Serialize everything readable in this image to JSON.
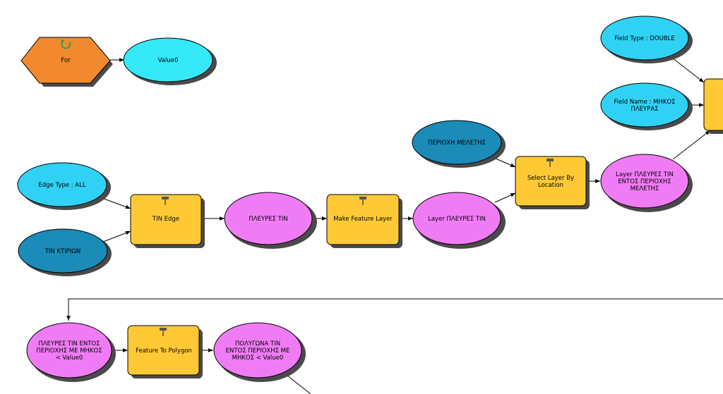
{
  "colors": {
    "tool_fill": "#FFC935",
    "tool_stroke": "#000000",
    "derived_fill": "#F07CF5",
    "input_fill": "#2FD2F4",
    "param_fill": "#35E8F8",
    "dataset_fill": "#1B8BB8",
    "iterator_fill": "#F2892E",
    "shadow": "#4a4a4a",
    "connector": "#000000",
    "refresh_icon": "#22A64A"
  },
  "nodes": {
    "for": {
      "kind": "iterator",
      "lines": [
        "For"
      ],
      "icon": "refresh-icon"
    },
    "value0": {
      "kind": "param",
      "lines": [
        "Value0"
      ]
    },
    "edge_type": {
      "kind": "input",
      "lines": [
        "Edge Type : ALL"
      ]
    },
    "tin_ktirion": {
      "kind": "dataset",
      "lines": [
        "TIN ΚΤΙΡΙΩΝ"
      ]
    },
    "tin_edge": {
      "kind": "tool",
      "lines": [
        "TIN Edge"
      ],
      "icon": "hammer-icon"
    },
    "plevres_tin": {
      "kind": "derived",
      "lines": [
        "ΠΛΕΥΡΕΣ TIN"
      ]
    },
    "make_feature_layer": {
      "kind": "tool",
      "lines": [
        "Make Feature Layer"
      ],
      "icon": "hammer-icon"
    },
    "layer_plevres_tin": {
      "kind": "derived",
      "lines": [
        "Layer ΠΛΕΥΡΕΣ TIN"
      ]
    },
    "periochi_meletis": {
      "kind": "dataset",
      "lines": [
        "ΠΕΡΙΟΧΗ ΜΕΛΕΤΗΣ"
      ]
    },
    "select_layer": {
      "kind": "tool",
      "lines": [
        "Select Layer By",
        "Location"
      ],
      "icon": "hammer-icon"
    },
    "layer_entos": {
      "kind": "derived",
      "lines": [
        "Layer ΠΛΕΥΡΕΣ TIN",
        "ΕΝΤΟΣ ΠΕΡΙΟΧΗΣ",
        "ΜΕΛΕΤΗΣ"
      ]
    },
    "field_type": {
      "kind": "input",
      "lines": [
        "Field Type : DOUBLE"
      ]
    },
    "field_name": {
      "kind": "input",
      "lines": [
        "Field Name : ΜΗΚΟΣ",
        "ΠΛΕΥΡΑΣ"
      ]
    },
    "add_field": {
      "kind": "tool",
      "lines": []
    },
    "plevres_mikos": {
      "kind": "derived",
      "lines": [
        "ΠΛΕΥΡΕΣ TIN ΕΝΤΟΣ",
        "ΠΕΡΙΟΧΗΣ ΜΕ ΜΗΚΟΣ",
        "< Value0"
      ]
    },
    "feature_to_polygon": {
      "kind": "tool",
      "lines": [
        "Feature To Polygon"
      ],
      "icon": "hammer-icon"
    },
    "polygona": {
      "kind": "derived",
      "lines": [
        "ΠΟΛΥΓΩΝΑ TIN",
        "ΕΝΤΟΣ ΠΕΡΙΟΧΗΣ ΜΕ",
        "ΜΗΚΟΣ < Value0"
      ]
    }
  },
  "edges": [
    {
      "from": "for",
      "to": "value0"
    },
    {
      "from": "edge_type",
      "to": "tin_edge"
    },
    {
      "from": "tin_ktirion",
      "to": "tin_edge"
    },
    {
      "from": "tin_edge",
      "to": "plevres_tin"
    },
    {
      "from": "plevres_tin",
      "to": "make_feature_layer"
    },
    {
      "from": "make_feature_layer",
      "to": "layer_plevres_tin"
    },
    {
      "from": "layer_plevres_tin",
      "to": "select_layer"
    },
    {
      "from": "periochi_meletis",
      "to": "select_layer"
    },
    {
      "from": "select_layer",
      "to": "layer_entos"
    },
    {
      "from": "layer_entos",
      "to": "add_field"
    },
    {
      "from": "field_type",
      "to": "add_field"
    },
    {
      "from": "field_name",
      "to": "add_field"
    },
    {
      "from": "add_field",
      "to": "plevres_mikos"
    },
    {
      "from": "plevres_mikos",
      "to": "feature_to_polygon"
    },
    {
      "from": "feature_to_polygon",
      "to": "polygona"
    },
    {
      "from": "polygona",
      "to": "offscreen"
    }
  ]
}
